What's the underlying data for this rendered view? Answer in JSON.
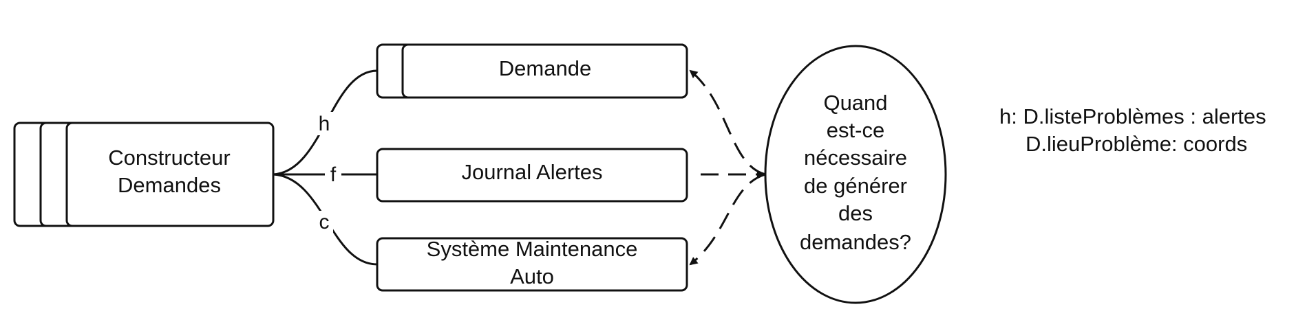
{
  "nodes": {
    "builder": {
      "line1": "Constructeur",
      "line2": "Demandes"
    },
    "request": {
      "label": "Demande"
    },
    "alert_log": {
      "label": "Journal Alertes"
    },
    "maintenance": {
      "line1": "Système Maintenance",
      "line2": "Auto"
    },
    "question": {
      "lines": [
        "Quand",
        "est-ce",
        "nécessaire",
        "de générer",
        "des",
        "demandes?"
      ]
    }
  },
  "edges": {
    "h": "h",
    "f": "f",
    "c": "c"
  },
  "note": {
    "line1": "h: D.listeProblèmes : alertes",
    "line2": "D.lieuProblème: coords"
  }
}
